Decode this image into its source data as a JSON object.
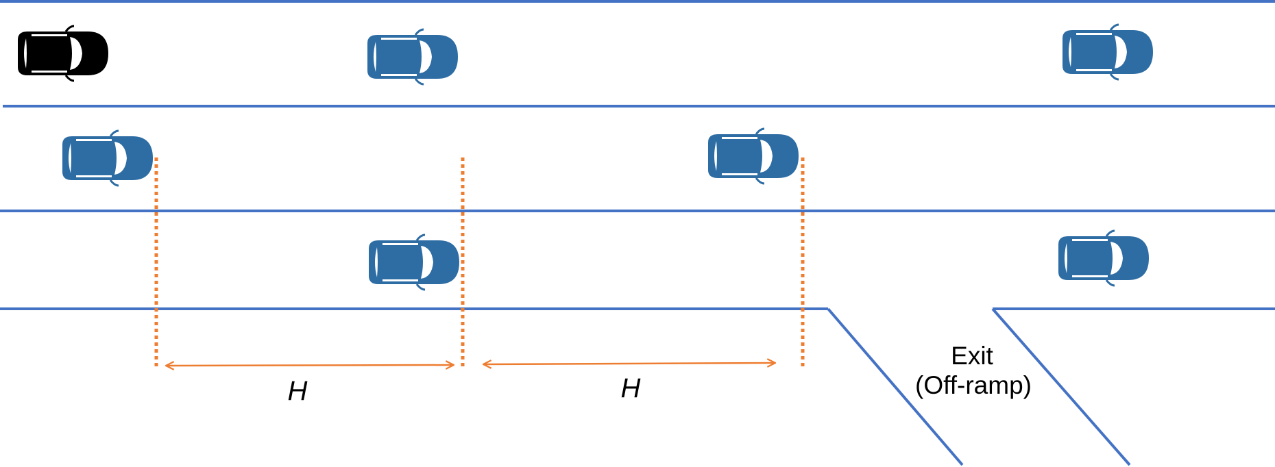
{
  "colors": {
    "lane_line": "#4472C4",
    "car_body": "#2E6DA4",
    "ego_car_body": "#000000",
    "car_glass": "#FFFFFF",
    "headway_marker": "#ED7D31",
    "text": "#000000"
  },
  "road": {
    "lanes": 3,
    "exit_label_line1": "Exit",
    "exit_label_line2": "(Off-ramp)"
  },
  "headway": {
    "label": "H"
  },
  "icons": {
    "ego_car": "car-top-view-icon",
    "other_car": "car-top-view-icon"
  }
}
